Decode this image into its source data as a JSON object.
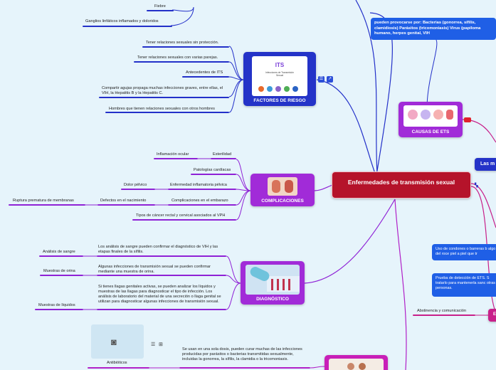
{
  "central": {
    "title": "Enfermedades de transmisión sexual"
  },
  "top_leaves": {
    "fiebre": "Fiebre",
    "ganglios": "Ganglios linfáticos inflamados y doloridos"
  },
  "riesgo": {
    "title": "FACTORES DE RIESGO",
    "image_title": "ITS",
    "image_subtitle": "Infecciones de Transmisión Sexual",
    "items": [
      "Tener relaciones sexuales sin protección.",
      "Tener relaciones sexuales con varias parejas.",
      "Antecedentes de ITS",
      "Compartir agujas propaga muchas infecciones graves, entre ellas, el VIH, la Hepatitis B y la Hepatitis C.",
      "Hombres que tienen relaciones sexuales con otros hombres"
    ]
  },
  "causas": {
    "title": "CAUSAS DE ETS",
    "text": "pueden provocarse por: Bacterias (gonorrea, sífilis, clamidiosis) Parásitos (tricomoniasis) Virus (papiloma humano, herpes genital, VIH"
  },
  "right_edge": {
    "las": "Las m",
    "e": "E"
  },
  "complicaciones": {
    "title": "COMPLICACIONES",
    "items": {
      "esterilidad": "Esterilidad",
      "inflamacion": "Inflamación ocular",
      "patologias": "Patologías cardíacas",
      "enfermedad": "Enfermedad inflamatoria pélvica",
      "dolor": "Dolor pélvico",
      "complicaciones_emb": "Complicaciones en el embarazo",
      "defectos": "Defectos en el nacimiento",
      "ruptura": "Ruptura prematura de membranas",
      "cancer": "Tipos de cáncer rectal y cervical asociados al VPH"
    }
  },
  "prevencion": {
    "condones": "Uso de condones o barreras b algo del roce piel a piel que tr",
    "prueba": "Prueba de detección de ETS. S tratarlo para mantenerla sanc otras personas.",
    "abstinencia": "Abstinencia y comunicación"
  },
  "diagnostico": {
    "title": "DIAGNÓSTICO",
    "items": [
      {
        "label": "Análisis de sangre",
        "text": "Los análisis de sangre pueden confirmar el diagnóstico de VIH y las etapas finales de la sífilis."
      },
      {
        "label": "Muestras de orina",
        "text": "Algunas infecciones de transmisión sexual se pueden confirmar mediante una muestra de orina."
      },
      {
        "label": "Muestras de líquidos",
        "text": "Si tienes llagas genitales activas, se pueden analizar los líquidos y muestras de las llagas para diagnosticar el tipo de infección. Los análisis de laboratorio del material de una secreción o llaga genital se utilizan para diagnosticar algunas infecciones de transmisión sexual."
      }
    ]
  },
  "tratamiento": {
    "antibioticos": "Antibióticos",
    "text": "Se usan en una sola dosis, pueden curar muchas de las infecciones producidas por parásitos o bacterias transmitidas sexualmente, incluidas la gonorrea, la sífilis, la clamidia o la tricomoniasis."
  },
  "colors": {
    "background": "#e6f4fb",
    "central": "#b5132a",
    "node": "#a12bd8",
    "line_blue": "#2330c9",
    "line_purple": "#8f22d6",
    "blue_box": "#1f5fe6"
  }
}
